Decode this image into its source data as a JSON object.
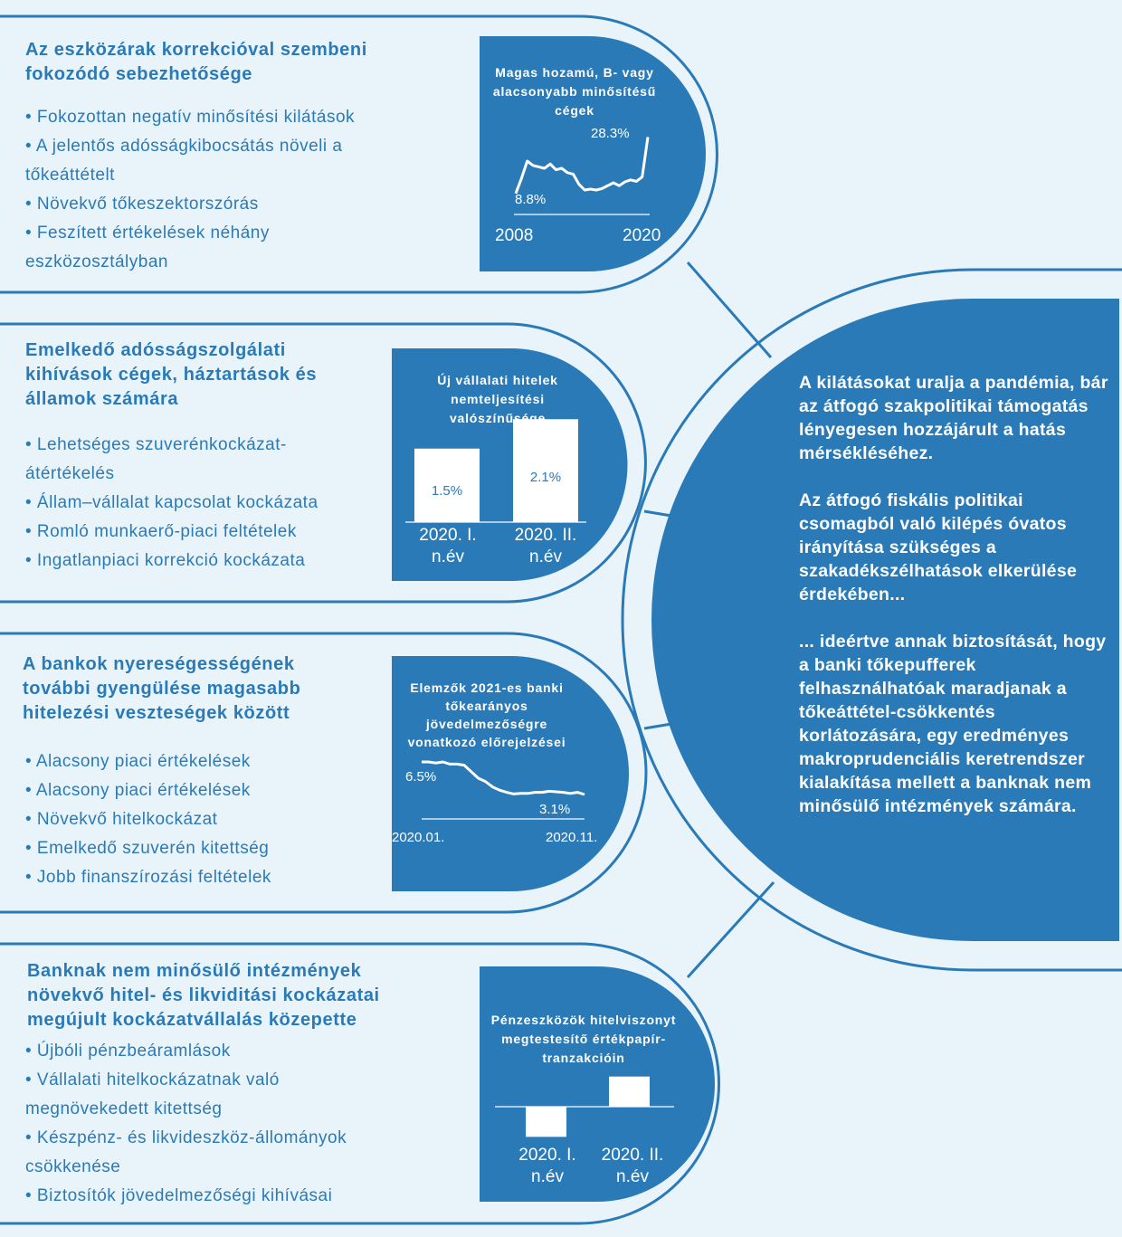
{
  "colors": {
    "accent": "#2a7ab8",
    "background": "#e9f4fa"
  },
  "panels": [
    {
      "heading": "Az eszközárak korrekcióval szembeni fokozódó sebezhetősége",
      "bullets": [
        "• Fokozottan negatív minősítési kilátások",
        "• A jelentős adósságkibocsátás növeli a tőkeáttételt",
        "• Növekvő tőkeszektorszórás",
        "• Feszített értékelések néhány eszközosztályban"
      ]
    },
    {
      "heading": "Emelkedő adósságszolgálati kihívások cégek, háztartások és államok számára",
      "bullets": [
        "• Lehetséges szuverénkockázat-átértékelés",
        "• Állam–vállalat kapcsolat kockázata",
        "• Romló munkaerő-piaci feltételek",
        "• Ingatlanpiaci korrekció kockázata"
      ]
    },
    {
      "heading": "A bankok nyereségességének további gyengülése magasabb hitelezési veszteségek között",
      "bullets": [
        "• Alacsony piaci értékelések",
        "• Alacsony piaci értékelések",
        "• Növekvő hitelkockázat",
        "• Emelkedő szuverén kitettség",
        "• Jobb finanszírozási feltételek"
      ]
    },
    {
      "heading": "Banknak nem minősülő intézmények növekvő hitel- és likviditási kockázatai megújult kockázatvállalás közepette",
      "bullets": [
        "• Újbóli pénzbeáramlások",
        "• Vállalati hitelkockázatnak való megnövekedett kitettség",
        "• Készpénz- és likvideszköz-állományok csökkenése",
        "• Biztosítók jövedelmezőségi kihívásai"
      ]
    }
  ],
  "main": {
    "paragraphs": [
      "A kilátásokat uralja a pandémia, bár az átfogó szakpolitikai támogatás lényegesen hozzájárult a hatás mérsékléséhez.",
      "Az átfogó fiskális politikai csomagból való kilépés óvatos irányítása szükséges a szakadékszélhatások elkerülése érdekében...",
      "... ideértve annak biztosítását, hogy a banki tőkepufferek felhasználhatóak maradjanak a tőkeáttétel-csökkentés korlátozására, egy eredményes makroprudenciális keretrendszer kialakítása mellett a banknak nem minősülő intézmények számára."
    ]
  },
  "chart_data": [
    {
      "type": "line",
      "title": "Magas hozamú, B- vagy alacsonyabb minősítésű cégek",
      "x_labels": [
        "2008",
        "2020"
      ],
      "values": [
        8.8,
        14,
        20,
        18.5,
        18,
        17.5,
        19,
        17,
        17.5,
        16,
        15.5,
        12,
        10,
        10.3,
        10,
        10.5,
        11.5,
        12.5,
        11.5,
        12.8,
        13.5,
        13,
        14.5,
        28.3
      ],
      "start_label": "8.8%",
      "end_label": "28.3%",
      "ylim": [
        5,
        30
      ]
    },
    {
      "type": "bar",
      "title": "Új vállalati hitelek nemteljesítési valószínűsége",
      "categories": [
        "2020. I. n.év",
        "2020. II. n.év"
      ],
      "values": [
        1.5,
        2.1
      ],
      "value_labels": [
        "1.5%",
        "2.1%"
      ],
      "ylim": [
        0,
        2.4
      ]
    },
    {
      "type": "line",
      "title": "Elemzők 2021-es banki tőkearányos jövedelmezőségre vonatkozó előrejelzései",
      "x_labels": [
        "2020.01.",
        "2020.11."
      ],
      "values": [
        6.5,
        6.5,
        6.4,
        6.5,
        6.3,
        6.3,
        6.2,
        5.6,
        5.0,
        4.7,
        4.2,
        3.9,
        3.7,
        3.55,
        3.6,
        3.6,
        3.7,
        3.7,
        3.8,
        3.75,
        3.7,
        3.6,
        3.7,
        3.5
      ],
      "start_label": "6.5%",
      "end_label": "3.1%",
      "ylim": [
        2.5,
        7
      ]
    },
    {
      "type": "bar",
      "title": "Pénzeszközök hitelviszonyt megtestesítő értékpapír-tranzakcióin",
      "categories": [
        "2020. I. n.év",
        "2020. II. n.év"
      ],
      "values": [
        -1,
        1
      ],
      "ylim": [
        -1.2,
        1.2
      ]
    }
  ]
}
